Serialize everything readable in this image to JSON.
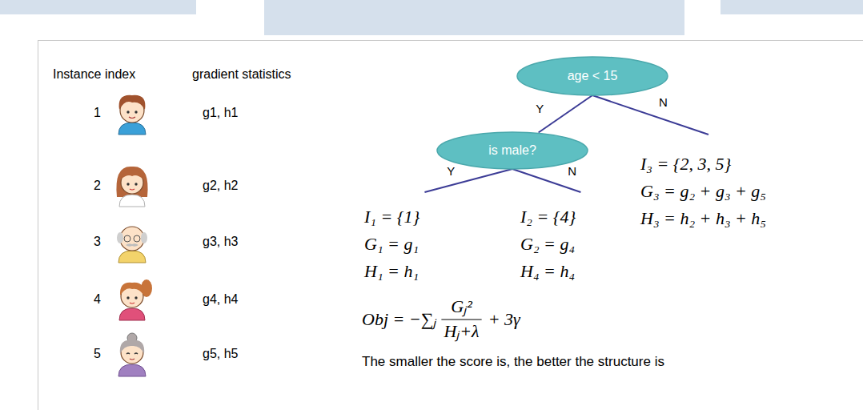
{
  "diagram": {
    "nodes": [
      {
        "text": [
          "age < 15"
        ]
      },
      {
        "text": [
          "is male?"
        ]
      },
      {
        "text": [
          "I₁ = {1}",
          "G₁ = g₁",
          "H₁ = h₁"
        ]
      },
      {
        "text": [
          "I₂ = {4}",
          "G₂ = g₄",
          "H₄ = h₄"
        ]
      },
      {
        "text": [
          "I₃ = {2, 3, 5}",
          "G₃ = g₂ + g₃ + g₅",
          "H₃ = h₂ + h₃ + h₅"
        ]
      }
    ],
    "edges": [
      {
        "from": 0,
        "to": 1,
        "label": "Y",
        "arrow": "none"
      },
      {
        "from": 0,
        "to": 4,
        "label": "N",
        "arrow": "none"
      },
      {
        "from": 1,
        "to": 2,
        "label": "Y",
        "arrow": "none"
      },
      {
        "from": 1,
        "to": 3,
        "label": "N",
        "arrow": "none"
      }
    ],
    "labels": [
      "Instance index",
      "gradient statistics",
      "1",
      "g1, h1",
      "2",
      "g2, h2",
      "3",
      "g3, h3",
      "4",
      "g4, h4",
      "5",
      "g5, h5",
      "Obj = −∑ⱼ",
      "Gⱼ²",
      "Hⱼ+λ",
      "+ 3γ",
      "The smaller the score is, the better the structure is"
    ]
  }
}
